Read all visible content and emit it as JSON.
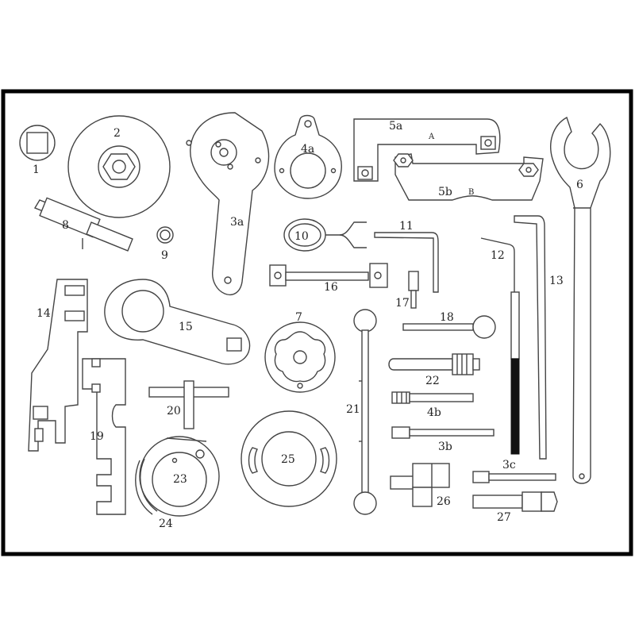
{
  "labels": {
    "t1": "1",
    "t2": "2",
    "t3a": "3a",
    "t4a": "4a",
    "t5a": "5a",
    "t5a_mark": "A",
    "t5b": "5b",
    "t5b_mark": "B",
    "t6": "6",
    "t8": "8",
    "t9": "9",
    "t10": "10",
    "t11": "11",
    "t12": "12",
    "t13": "13",
    "t14": "14",
    "t15": "15",
    "t16": "16",
    "t17": "17",
    "t7": "7",
    "t18": "18",
    "t22": "22",
    "t4b": "4b",
    "t20": "20",
    "t21": "21",
    "t19": "19",
    "t3b": "3b",
    "t3c": "3c",
    "t23": "23",
    "t24": "24",
    "t25": "25",
    "t26": "26",
    "t27": "27"
  }
}
